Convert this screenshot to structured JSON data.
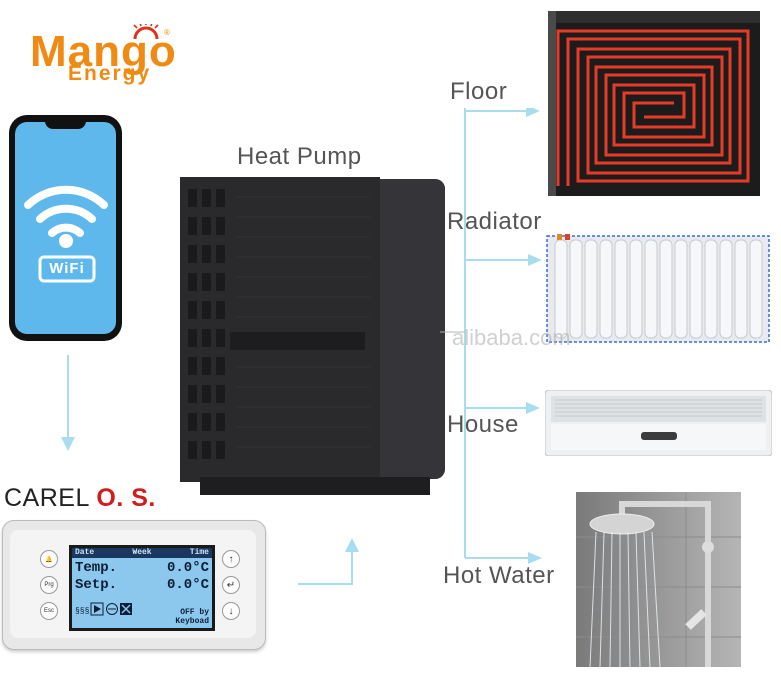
{
  "logo": {
    "line1": "Mango",
    "line2": "Energy",
    "reg": "®"
  },
  "phone": {
    "wifi_text": "WiFi"
  },
  "heat_pump": {
    "label": "Heat Pump"
  },
  "controller": {
    "brand": "CAREL",
    "brand_suffix": "O. S.",
    "lcd": {
      "header": [
        "Date",
        "Week",
        "Time"
      ],
      "rows": [
        {
          "name": "Temp.",
          "value": "0.0°C"
        },
        {
          "name": "Setp.",
          "value": "0.0°C"
        }
      ],
      "footer_line1": "OFF by",
      "footer_line2": "Keyboad"
    },
    "left_buttons": [
      "🔔",
      "Prg",
      "Esc"
    ],
    "right_buttons": [
      "↑",
      "↵",
      "↓"
    ]
  },
  "outputs": [
    {
      "label": "Floor"
    },
    {
      "label": "Radiator"
    },
    {
      "label": "House"
    },
    {
      "label": "Hot Water"
    }
  ],
  "watermark": "alibaba.com",
  "colors": {
    "brand_orange": "#f08a12",
    "arrow": "#a8dcef",
    "carel_red": "#d31c1c",
    "pipe_red": "#e83a26"
  }
}
